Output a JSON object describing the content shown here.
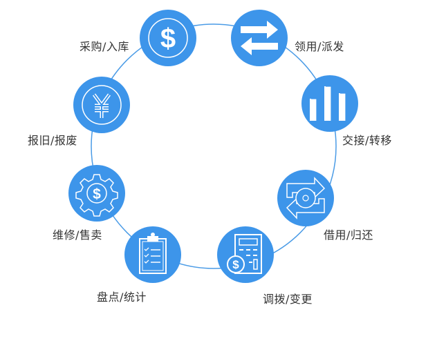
{
  "accent_color": "#3d95ea",
  "steps": [
    {
      "label": "采购/入库",
      "icon": "dollar-coin-icon"
    },
    {
      "label": "领用/派发",
      "icon": "swap-arrows-icon"
    },
    {
      "label": "交接/转移",
      "icon": "bar-chart-icon"
    },
    {
      "label": "借用/归还",
      "icon": "exchange-cycle-icon"
    },
    {
      "label": "调拨/变更",
      "icon": "calculator-icon"
    },
    {
      "label": "盘点/统计",
      "icon": "clipboard-checklist-icon"
    },
    {
      "label": "维修/售卖",
      "icon": "gear-dollar-icon"
    },
    {
      "label": "报旧/报废",
      "icon": "yen-coin-icon"
    }
  ]
}
